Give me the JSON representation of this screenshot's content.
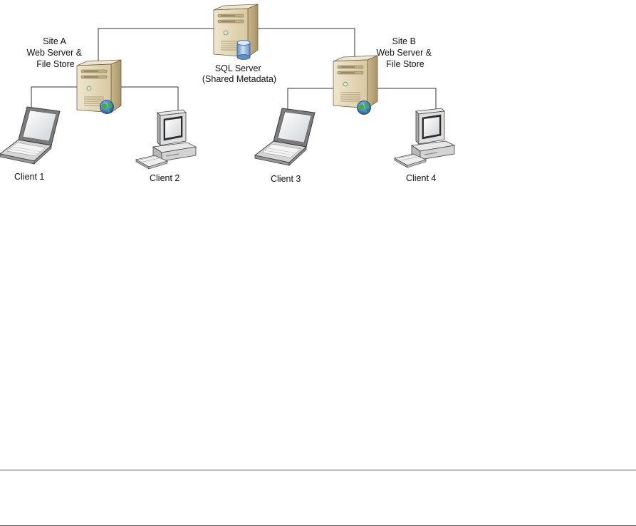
{
  "nodes": {
    "site_a": {
      "label": [
        "Site A",
        "Web Server &",
        "File Store"
      ]
    },
    "sql": {
      "label": [
        "SQL Server",
        "(Shared Metadata)"
      ]
    },
    "site_b": {
      "label": [
        "Site B",
        "Web Server &",
        "File Store"
      ]
    },
    "client1": {
      "label": "Client 1"
    },
    "client2": {
      "label": "Client 2"
    },
    "client3": {
      "label": "Client 3"
    },
    "client4": {
      "label": "Client 4"
    }
  }
}
